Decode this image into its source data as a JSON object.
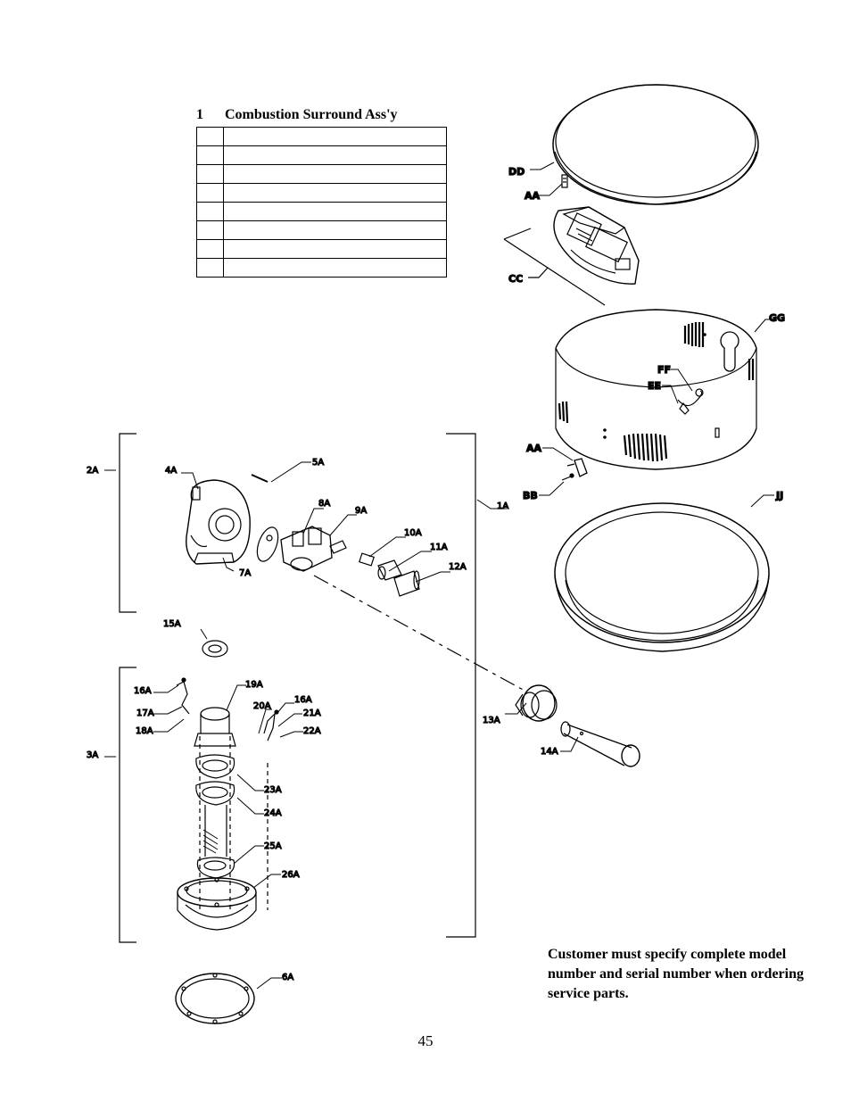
{
  "section": {
    "number": "1",
    "title": "Combustion Surround Ass'y"
  },
  "table": {
    "rows": [
      [
        "",
        ""
      ],
      [
        "",
        ""
      ],
      [
        "",
        ""
      ],
      [
        "",
        ""
      ],
      [
        "",
        ""
      ],
      [
        "",
        ""
      ],
      [
        "",
        ""
      ],
      [
        "",
        ""
      ]
    ]
  },
  "callouts": {
    "dd": "DD",
    "aa_top": "AA",
    "cc": "CC",
    "gg": "GG",
    "ff": "FF",
    "ee": "EE",
    "aa_mid": "AA",
    "bb": "BB",
    "jj": "JJ",
    "p1a": "1A",
    "p2a": "2A",
    "p3a": "3A",
    "p4a": "4A",
    "p5a": "5A",
    "p6a": "6A",
    "p7a": "7A",
    "p8a": "8A",
    "p9a": "9A",
    "p10a": "10A",
    "p11a": "11A",
    "p12a": "12A",
    "p13a": "13A",
    "p14a": "14A",
    "p15a": "15A",
    "p16a_left": "16A",
    "p16a_right": "16A",
    "p17a": "17A",
    "p18a": "18A",
    "p19a": "19A",
    "p20a": "20A",
    "p21a": "21A",
    "p22a": "22A",
    "p23a": "23A",
    "p24a": "24A",
    "p25a": "25A",
    "p26a": "26A"
  },
  "notice": "Customer must specify complete model number and serial number when ordering service parts.",
  "page_number": "45"
}
